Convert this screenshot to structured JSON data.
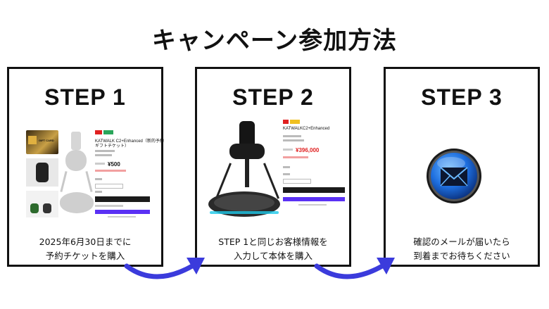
{
  "header": {
    "title": "キャンペーン参加方法"
  },
  "steps": [
    {
      "heading": "STEP 1",
      "caption_line1": "2025年6月30日までに",
      "caption_line2": "予約チケットを購入",
      "mock": {
        "gift_card_label": "GIFT CARD",
        "product_title": "KATWALK C2+Enhanced（新的予約",
        "product_title_2": "ギフトチケット）",
        "price": "¥500"
      }
    },
    {
      "heading": "STEP 2",
      "caption_line1": "STEP 1と同じお客様情報を",
      "caption_line2": "入力して本体を購入",
      "mock": {
        "product_title": "KATWALKC2+Enhanced",
        "price": "¥396,000"
      }
    },
    {
      "heading": "STEP 3",
      "caption_line1": "確認のメールが届いたら",
      "caption_line2": "到着までお待ちください",
      "icon": "mail-envelope-icon"
    }
  ],
  "colors": {
    "arrow": "#3b3bdc",
    "envelope_blue": "#1e6fe0",
    "buy_button": "#5a31f4",
    "accent_red": "#e02020"
  }
}
